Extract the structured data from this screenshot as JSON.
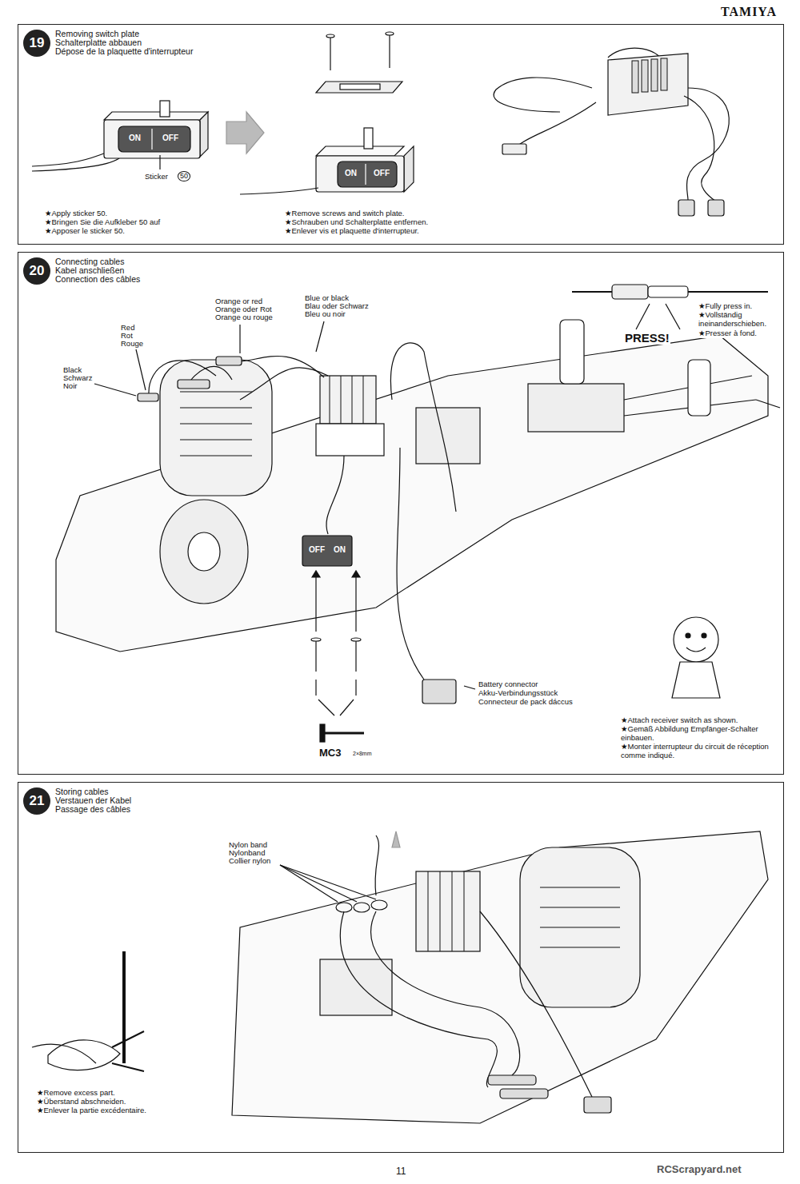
{
  "diagram": {
    "nodes": [
      {
        "text": [
          "Removing switch plate",
          "Schalterplatte abbauen",
          "Dépose de la plaquette d'interrupteur"
        ]
      },
      {
        "text": [
          "19"
        ],
        "in": 0
      },
      {
        "text": [
          "Connecting cables",
          "Kabel anschließen",
          "Connection des câbles"
        ]
      },
      {
        "text": [
          "20"
        ],
        "in": 2
      },
      {
        "text": [
          "Storing cables",
          "Verstauen der Kabel",
          "Passage des câbles"
        ]
      },
      {
        "text": [
          "21"
        ],
        "in": 4
      }
    ],
    "labels": [
      "TAMIYA",
      "ON",
      "OFF",
      "Sticker",
      "50",
      "★Apply sticker 50.",
      "★Bringen Sie die Aufkleber 50 auf",
      "★Apposer le sticker 50.",
      "ON",
      "OFF",
      "★Remove screws and switch plate.",
      "★Schrauben und Schalterplatte entfernen.",
      "★Enlever vis et plaquette d'interrupteur.",
      "Orange or red",
      "Orange oder Rot",
      "Orange ou rouge",
      "Blue or black",
      "Blau oder Schwarz",
      "Bleu ou noir",
      "Red",
      "Rot",
      "Rouge",
      "Black",
      "Schwarz",
      "Noir",
      "PRESS!",
      "★Fully press in.",
      "★Vollständig ineinanderschieben.",
      "★Presser à fond.",
      "OFF",
      "ON",
      "Battery connector",
      "Akku-Verbindungsstück",
      "Connecteur de pack dáccus",
      "MC3",
      "2×8mm",
      "★Attach receiver switch as shown.",
      "★Gemäß Abbildung Empfänger-Schalter einbauen.",
      "★Monter interrupteur du circuit de réception comme indiqué.",
      "Nylon band",
      "Nylonband",
      "Collier nylon",
      "★Remove excess part.",
      "★Überstand abschneiden.",
      "★Enlever la partie excédentaire.",
      "11",
      "RCScrapyard.net"
    ]
  }
}
